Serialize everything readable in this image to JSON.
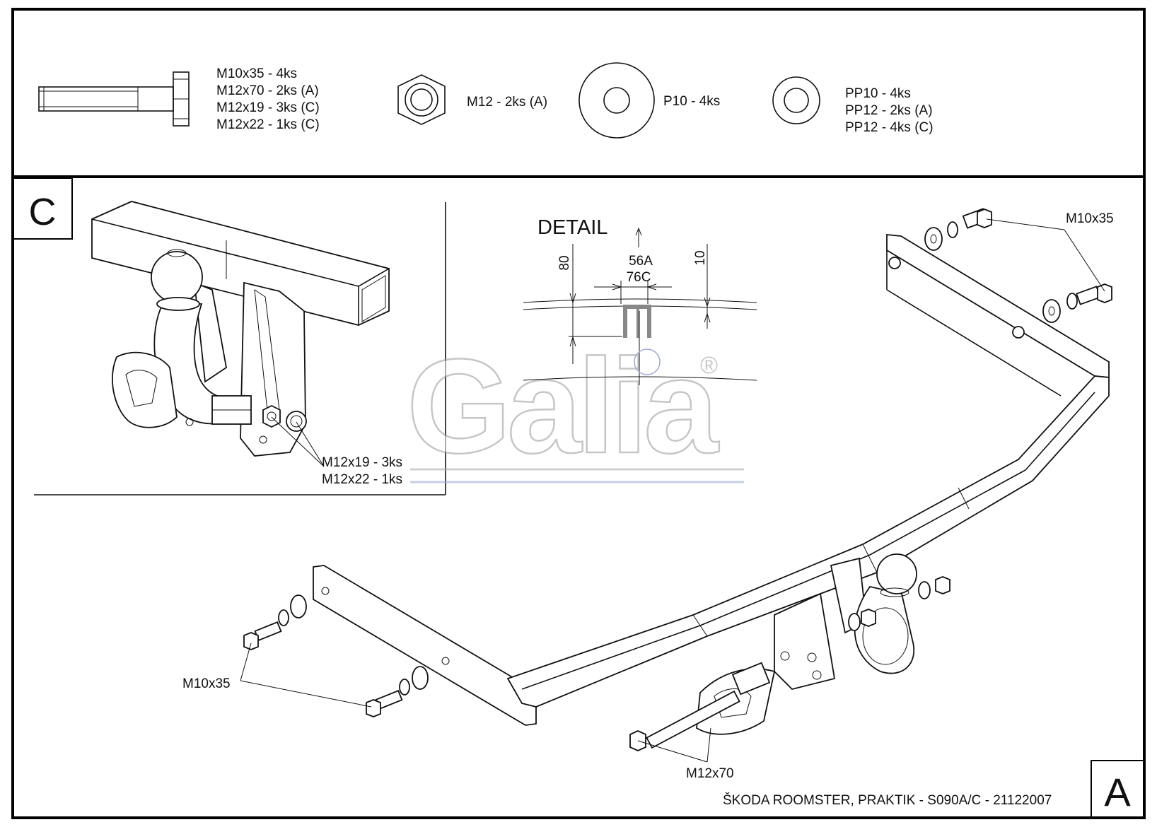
{
  "parts": {
    "bolt_lines": [
      "M10x35 - 4ks",
      "M12x70 - 2ks (A)",
      "M12x19 - 3ks (C)",
      "M12x22 - 1ks (C)"
    ],
    "nut_line": "M12 - 2ks (A)",
    "washer_line": "P10 - 4ks",
    "spring_washer_lines": [
      "PP10 - 4ks",
      "PP12 - 2ks (A)",
      "PP12 - 4ks (C)"
    ]
  },
  "detail": {
    "title": "DETAIL",
    "dim_left": "80",
    "dim_right": "10",
    "dim_a": "56A",
    "dim_c": "76C"
  },
  "variant_c": {
    "letter": "C",
    "bolt_labels": [
      "M12x19 - 3ks",
      "M12x22 - 1ks"
    ]
  },
  "variant_a": {
    "letter": "A",
    "bolt_label_top": "M10x35",
    "bolt_label_left": "M10x35",
    "bolt_label_bottom": "M12x70"
  },
  "watermark": {
    "brand": "Galia",
    "registered": "®"
  },
  "footer": {
    "caption": "ŠKODA ROOMSTER, PRAKTIK - S090A/C - 21122007"
  }
}
